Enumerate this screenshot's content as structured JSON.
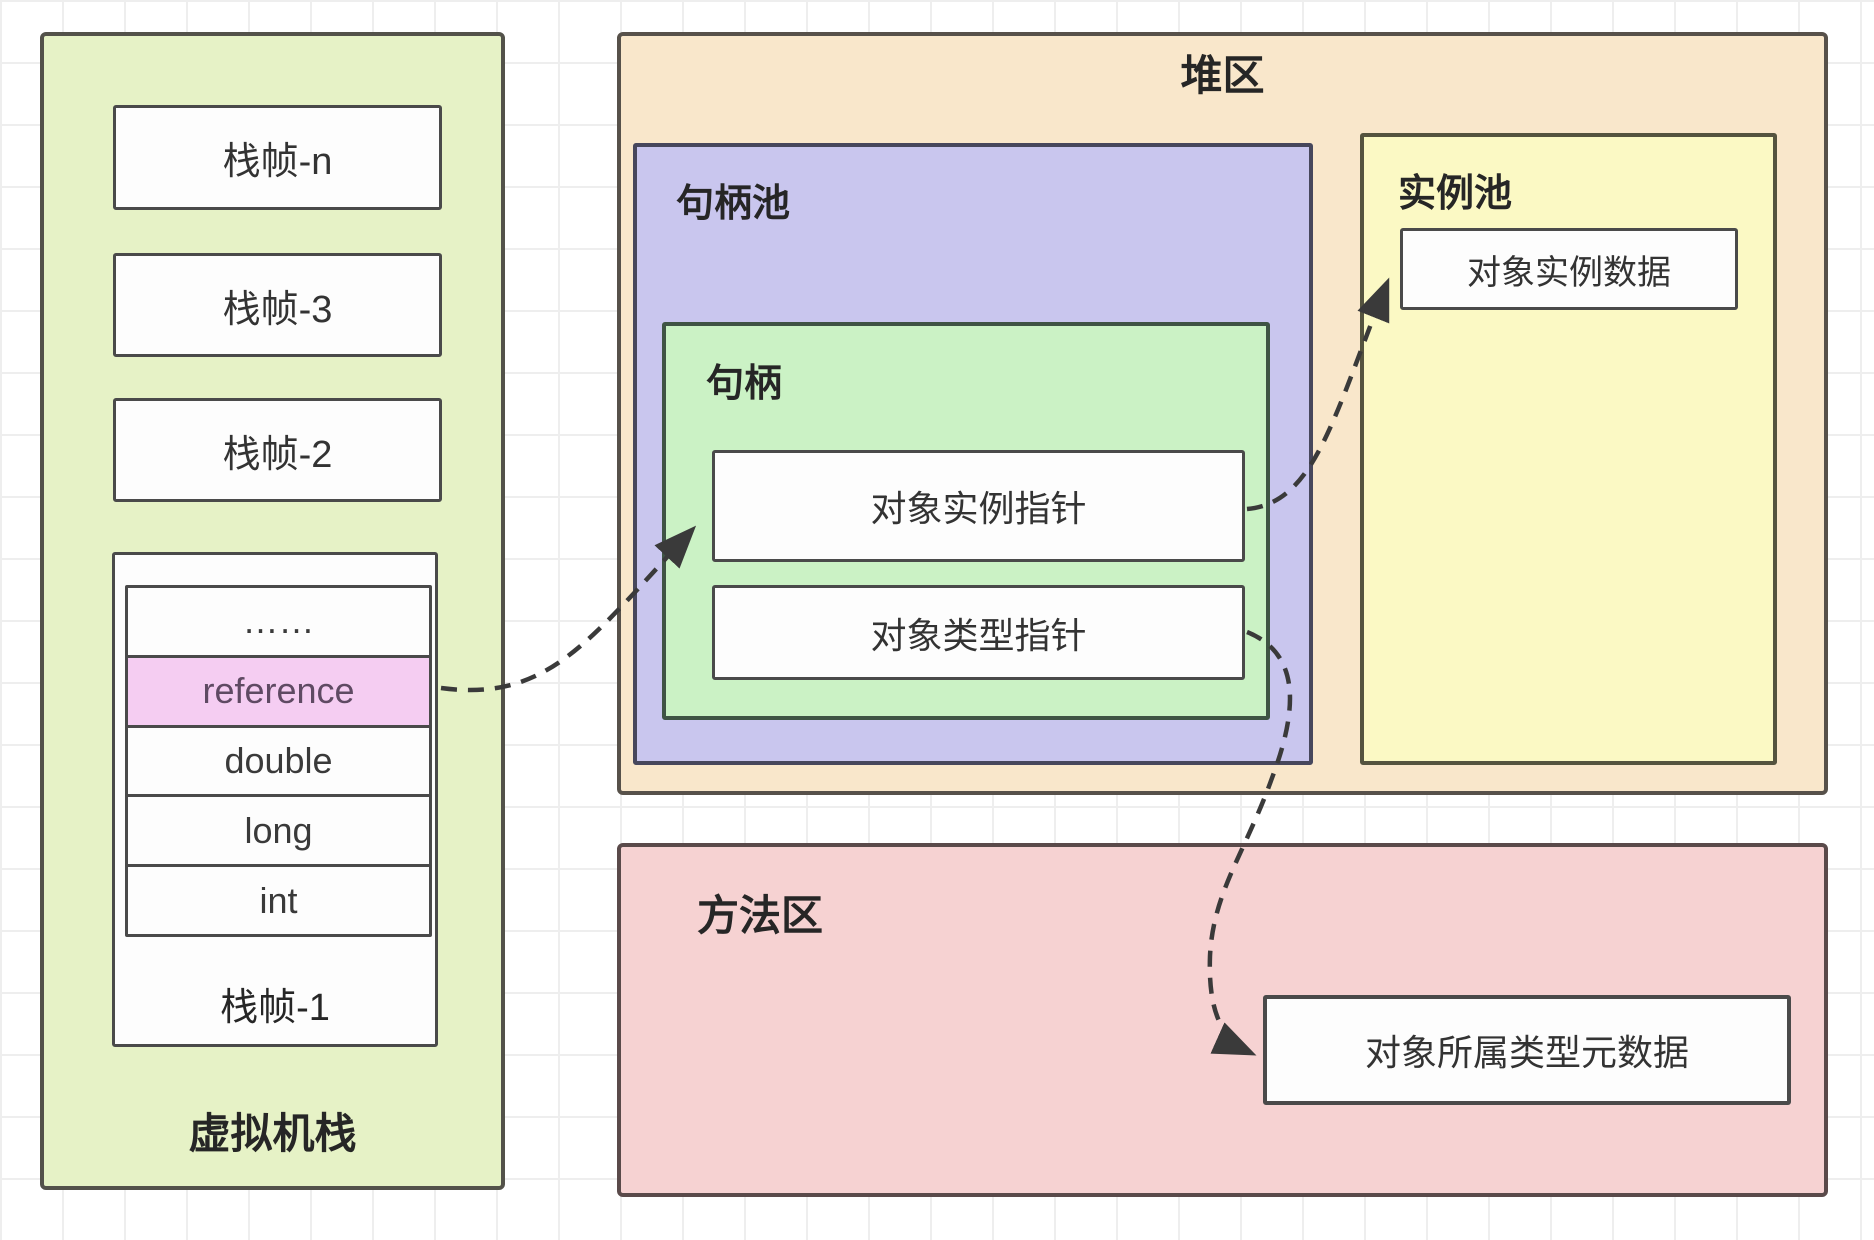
{
  "vm_stack": {
    "title": "虚拟机栈",
    "frames": [
      {
        "label": "栈帧-n"
      },
      {
        "label": "栈帧-3"
      },
      {
        "label": "栈帧-2"
      }
    ],
    "frame1": {
      "label": "栈帧-1",
      "slots": [
        "……",
        "reference",
        "double",
        "long",
        "int"
      ]
    }
  },
  "heap": {
    "title": "堆区",
    "handle_pool": {
      "title": "句柄池",
      "handle": {
        "title": "句柄",
        "instance_pointer_label": "对象实例指针",
        "type_pointer_label": "对象类型指针"
      }
    },
    "instance_pool": {
      "title": "实例池",
      "instance_data_label": "对象实例数据"
    }
  },
  "method_area": {
    "title": "方法区",
    "type_metadata_label": "对象所属类型元数据"
  },
  "arrows": [
    {
      "name": "reference-to-handle"
    },
    {
      "name": "instance-pointer-to-instance-data"
    },
    {
      "name": "type-pointer-to-type-metadata"
    }
  ],
  "colors": {
    "vm_stack_bg": "#e6f2c6",
    "heap_bg": "#f9e7cb",
    "handle_pool_bg": "#c9c6ee",
    "handle_bg": "#cbf2c5",
    "instance_pool_bg": "#fbf9c4",
    "method_area_bg": "#f6d2d2",
    "reference_slot_bg": "#f5cdf2",
    "box_border": "#4d4d4d",
    "arrow": "#3a3a3a"
  }
}
